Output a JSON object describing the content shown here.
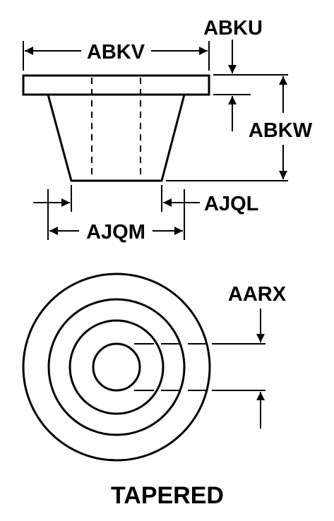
{
  "labels": {
    "abkv": "ABKV",
    "abku": "ABKU",
    "abkw": "ABKW",
    "ajql": "AJQL",
    "ajqm": "AJQM",
    "aarx": "AARX"
  },
  "caption": "TAPERED"
}
